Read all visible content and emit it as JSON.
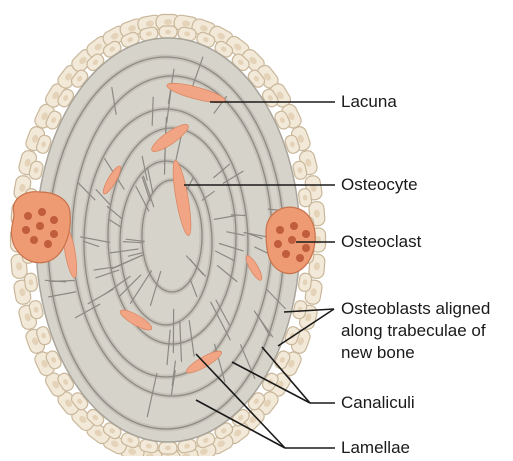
{
  "diagram": {
    "labels": {
      "lacuna": "Lacuna",
      "osteocyte": "Osteocyte",
      "osteoclast": "Osteoclast",
      "osteoblasts_line1": "Osteoblasts aligned",
      "osteoblasts_line2": "along trabeculae of",
      "osteoblasts_line3": "new bone",
      "canaliculi": "Canaliculi",
      "lamellae": "Lamellae"
    },
    "colors": {
      "matrix": "#d6d3cb",
      "matrix_dark": "#b9b5ac",
      "crack": "#8d8a84",
      "osteoblast_fill": "#f3e9d8",
      "osteoblast_stroke": "#c9b79a",
      "osteoclast_fill": "#ee9a72",
      "osteoclast_nucleus": "#c05d3c",
      "osteocyte": "#f2a585",
      "leader": "#1a1a1a"
    }
  }
}
